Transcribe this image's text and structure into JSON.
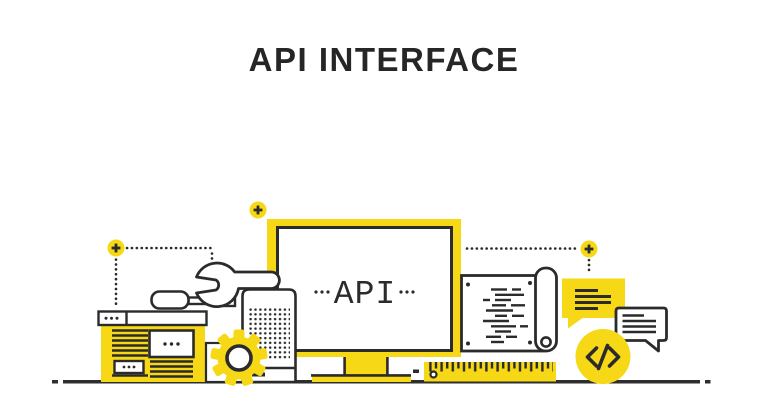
{
  "title": "API INTERFACE",
  "monitor": {
    "screen_label": "API"
  },
  "colors": {
    "accent_yellow": "#F6D817",
    "ink": "#2B2B2B",
    "background": "#FFFFFF",
    "ground_line": "#2E2E2E"
  },
  "illustration": {
    "description": "Flat line-art illustration of an API interface concept",
    "icons": [
      "plus-badge-icon",
      "browser-window-icon",
      "screwdriver-icon",
      "wrench-icon",
      "server-tower-icon",
      "gear-icon",
      "monitor-icon",
      "code-scroll-icon",
      "ruler-icon",
      "speech-bubble-yellow-icon",
      "speech-bubble-white-icon",
      "code-slash-circle-icon"
    ]
  }
}
